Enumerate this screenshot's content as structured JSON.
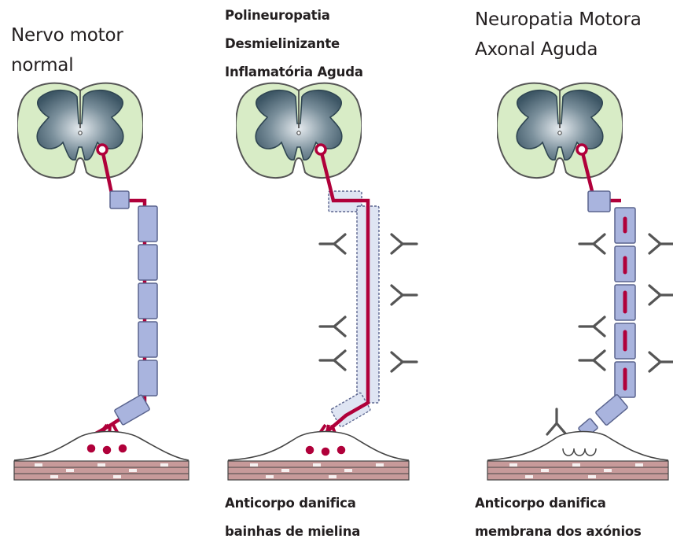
{
  "panels": [
    {
      "id": "normal",
      "title_lines": [
        "Nervo motor",
        "normal"
      ],
      "caption_lines": []
    },
    {
      "id": "aidp",
      "title_lines": [
        "Polineuropatia",
        "Desmielinizante",
        "Inflamatória Aguda"
      ],
      "caption_lines": [
        "Anticorpo danifica",
        "bainhas de mielina"
      ]
    },
    {
      "id": "aman",
      "title_lines": [
        "Neuropatia Motora",
        "Axonal Aguda"
      ],
      "caption_lines": [
        "Anticorpo danifica",
        "membrana dos axónios"
      ]
    }
  ],
  "colors": {
    "white_matter": "#d8ecc6",
    "grey_matter": "#4d6574",
    "axon": "#b0003a",
    "myelin": "#a9b4de",
    "myelin_damaged": "#dfe5f3",
    "antibody": "#555555",
    "muscle": "#c79a9a"
  }
}
